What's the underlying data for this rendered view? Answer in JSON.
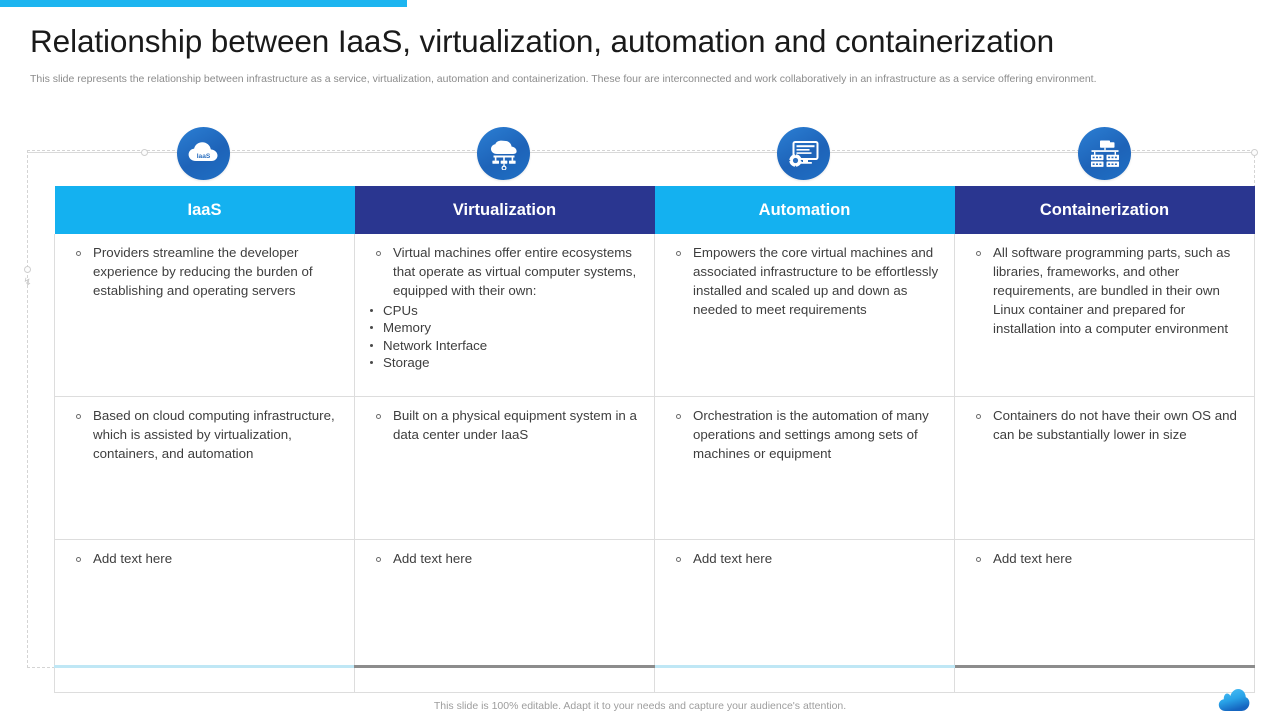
{
  "slide": {
    "title": "Relationship between IaaS, virtualization, automation and containerization",
    "subtitle": "This slide represents the relationship between infrastructure as a service, virtualization, automation and containerization. These four are interconnected and work collaboratively in an infrastructure as a service offering environment.",
    "footer_note": "This slide is 100% editable. Adapt it to your needs and capture your audience's attention."
  },
  "colors": {
    "accent_cyan": "#14b1f0",
    "accent_navy": "#2a3690",
    "icon_blue": "#1e63b8",
    "text_body": "#3e3e3e",
    "text_muted": "#8b8b8b",
    "strip_cyan": "#bfe7f5",
    "strip_gray": "#8c8c8c"
  },
  "icons": [
    {
      "name": "cloud-iaas-icon",
      "label": "IaaS"
    },
    {
      "name": "cloud-virtualization-network-icon",
      "label": ""
    },
    {
      "name": "monitor-gear-automation-icon",
      "label": ""
    },
    {
      "name": "containers-stack-icon",
      "label": ""
    }
  ],
  "table": {
    "headers": [
      {
        "label": "IaaS",
        "style": "cyan"
      },
      {
        "label": "Virtualization",
        "style": "navy"
      },
      {
        "label": "Automation",
        "style": "cyan"
      },
      {
        "label": "Containerization",
        "style": "navy"
      }
    ],
    "rows": [
      {
        "cells": [
          {
            "bullets": [
              "Providers streamline the developer experience by reducing the burden of establishing and operating servers"
            ],
            "sub_bullets": []
          },
          {
            "bullets": [
              "Virtual machines offer entire ecosystems that operate as virtual computer systems, equipped with their own:"
            ],
            "sub_bullets": [
              "CPUs",
              "Memory",
              "Network Interface",
              "Storage"
            ]
          },
          {
            "bullets": [
              "Empowers the core virtual machines and associated infrastructure to be effortlessly installed and scaled up and down as needed to meet requirements"
            ],
            "sub_bullets": []
          },
          {
            "bullets": [
              "All software programming parts, such as libraries, frameworks, and other requirements, are bundled in their own Linux container and prepared for installation into a computer environment"
            ],
            "sub_bullets": []
          }
        ]
      },
      {
        "cells": [
          {
            "bullets": [
              "Based on cloud computing infrastructure, which is assisted by virtualization, containers, and automation"
            ],
            "sub_bullets": []
          },
          {
            "bullets": [
              "Built on a physical equipment system in a data center under IaaS"
            ],
            "sub_bullets": []
          },
          {
            "bullets": [
              "Orchestration is the automation of many operations and settings among sets of machines or equipment"
            ],
            "sub_bullets": []
          },
          {
            "bullets": [
              "Containers do not have their own OS and can be substantially lower in size"
            ],
            "sub_bullets": []
          }
        ]
      },
      {
        "cells": [
          {
            "bullets": [
              "Add text here"
            ],
            "sub_bullets": []
          },
          {
            "bullets": [
              "Add text here"
            ],
            "sub_bullets": []
          },
          {
            "bullets": [
              "Add text here"
            ],
            "sub_bullets": []
          },
          {
            "bullets": [
              "Add text here"
            ],
            "sub_bullets": []
          }
        ]
      }
    ]
  }
}
